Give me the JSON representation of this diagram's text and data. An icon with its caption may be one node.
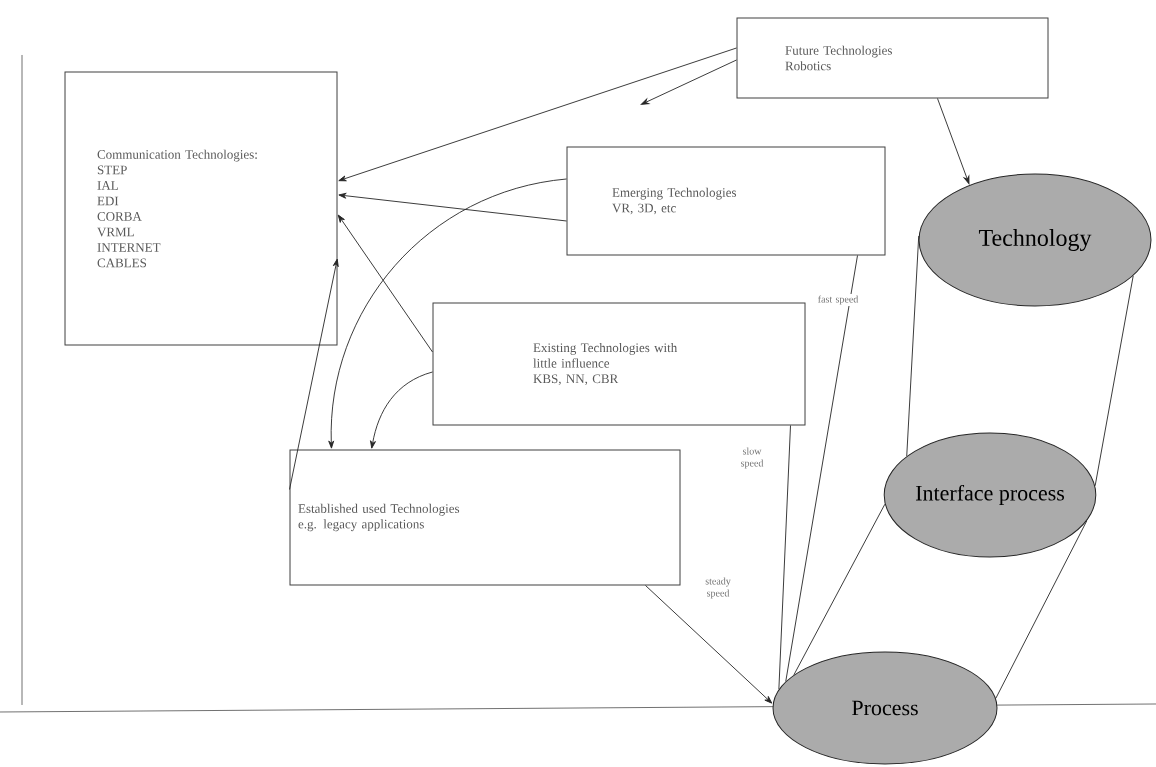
{
  "diagram": {
    "nodes": [
      {
        "text": [
          "Communication Technologies:",
          "STEP",
          "IAL",
          "EDI",
          "CORBA",
          "VRML",
          "INTERNET",
          "CABLES"
        ]
      },
      {
        "text": [
          "Future Technologies",
          "Robotics"
        ]
      },
      {
        "text": [
          "Emerging Technologies",
          "VR, 3D, etc"
        ]
      },
      {
        "text": [
          "Existing Technologies with little influence",
          "KBS, NN, CBR"
        ]
      },
      {
        "text": [
          "Established used Technologies",
          "e.g. legacy applications"
        ]
      },
      {
        "text": [
          "Technology"
        ]
      },
      {
        "text": [
          "Interface process"
        ]
      },
      {
        "text": [
          "Process"
        ]
      }
    ],
    "edges": [
      {
        "from": 1,
        "to": 0,
        "arrow": "to"
      },
      {
        "from": 1,
        "to": null,
        "arrow": "to"
      },
      {
        "from": 1,
        "to": 5,
        "arrow": "to"
      },
      {
        "from": 2,
        "to": 0,
        "arrow": "to"
      },
      {
        "from": 2,
        "to": 4,
        "arrow": "to"
      },
      {
        "from": 3,
        "to": 0,
        "arrow": "to"
      },
      {
        "from": 3,
        "to": 4,
        "arrow": "to"
      },
      {
        "from": 4,
        "to": 0,
        "arrow": "to"
      },
      {
        "from": 2,
        "to": 7,
        "arrow": "none",
        "label": "fast speed"
      },
      {
        "from": 3,
        "to": 7,
        "arrow": "none",
        "label": "slow speed"
      },
      {
        "from": 4,
        "to": 7,
        "arrow": "to",
        "label": "steady speed"
      },
      {
        "from": 5,
        "to": 6,
        "arrow": "none"
      },
      {
        "from": 5,
        "to": 6,
        "arrow": "none"
      },
      {
        "from": 6,
        "to": 7,
        "arrow": "none"
      },
      {
        "from": 6,
        "to": 7,
        "arrow": "none"
      }
    ]
  }
}
